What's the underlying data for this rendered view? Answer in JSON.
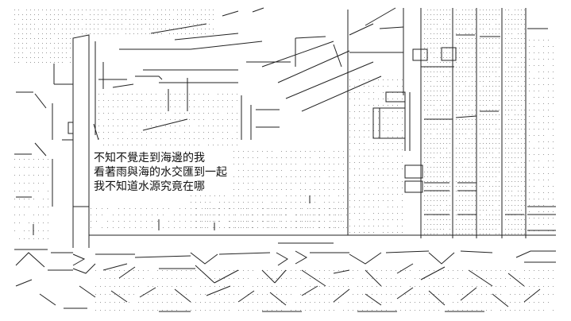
{
  "caption": {
    "lines": [
      "不知不覺走到海邊的我",
      "看著雨與海的水交匯到一起",
      "我不知道水源究竟在哪"
    ]
  },
  "colors": {
    "background": "#ffffff",
    "ink": "#111111",
    "dots": "#9a9a9a"
  }
}
